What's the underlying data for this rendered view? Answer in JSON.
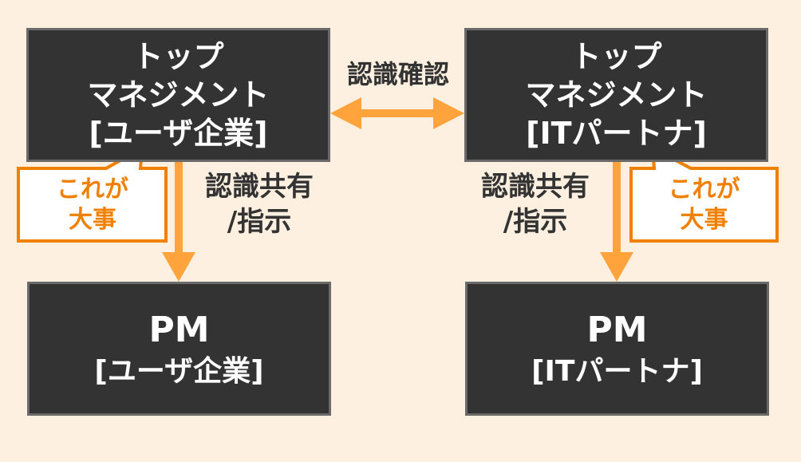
{
  "colors": {
    "background": "#fdf0e0",
    "box_fill": "#333333",
    "box_border": "#6a6a6a",
    "arrow": "#ffa43c",
    "callout_border": "#f08000",
    "callout_text": "#f08000"
  },
  "nodes": {
    "top_user": {
      "lines": [
        "トップ",
        "マネジメント",
        "[ユーザ企業]"
      ]
    },
    "top_partner": {
      "lines": [
        "トップ",
        "マネジメント",
        "[ITパートナ]"
      ]
    },
    "pm_user": {
      "title": "PM",
      "sub": "[ユーザ企業]"
    },
    "pm_partner": {
      "title": "PM",
      "sub": "[ITパートナ]"
    }
  },
  "edges": {
    "mutual": {
      "label": "認識確認",
      "icon": "double-arrow-horizontal"
    },
    "down_left": {
      "lines": [
        "認識共有",
        "/指示"
      ],
      "icon": "arrow-down"
    },
    "down_right": {
      "lines": [
        "認識共有",
        "/指示"
      ],
      "icon": "arrow-down"
    }
  },
  "callouts": {
    "left": {
      "lines": [
        "これが",
        "大事"
      ]
    },
    "right": {
      "lines": [
        "これが",
        "大事"
      ]
    }
  }
}
